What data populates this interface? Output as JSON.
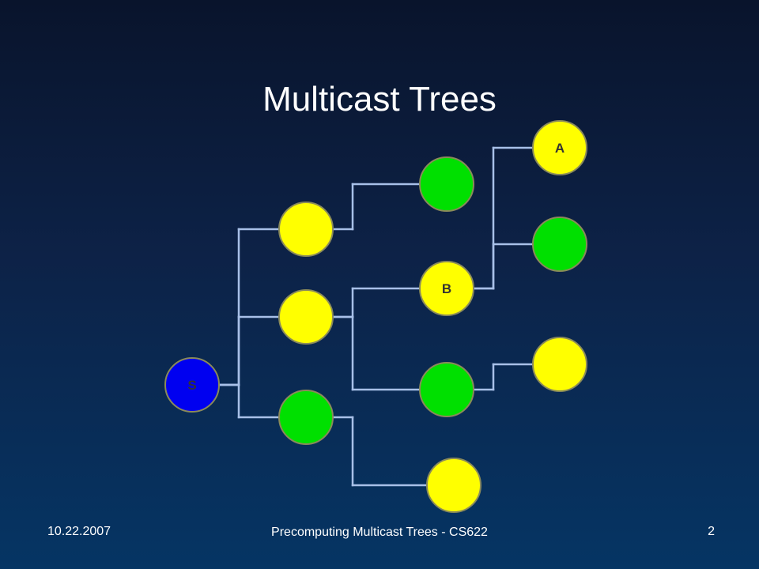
{
  "slide": {
    "title": "Multicast Trees"
  },
  "diagram": {
    "colors": {
      "edge": "#a8c0e8",
      "yellow": "#ffff00",
      "green": "#00e000",
      "blue": "#0000f0",
      "node_border": "#8a8a5a",
      "label": "#333333"
    },
    "nodes": [
      {
        "id": "S",
        "label": "S",
        "fill": "blue"
      },
      {
        "id": "y1",
        "label": "",
        "fill": "yellow"
      },
      {
        "id": "y2",
        "label": "",
        "fill": "yellow"
      },
      {
        "id": "g1",
        "label": "",
        "fill": "green"
      },
      {
        "id": "g2",
        "label": "",
        "fill": "green"
      },
      {
        "id": "B",
        "label": "B",
        "fill": "yellow"
      },
      {
        "id": "g3",
        "label": "",
        "fill": "green"
      },
      {
        "id": "y3",
        "label": "",
        "fill": "yellow"
      },
      {
        "id": "A",
        "label": "A",
        "fill": "yellow"
      },
      {
        "id": "g4",
        "label": "",
        "fill": "green"
      },
      {
        "id": "y4",
        "label": "",
        "fill": "yellow"
      }
    ],
    "edges": [
      {
        "from": "S",
        "to": "y1"
      },
      {
        "from": "S",
        "to": "y2"
      },
      {
        "from": "S",
        "to": "g1"
      },
      {
        "from": "y1",
        "to": "g2"
      },
      {
        "from": "y2",
        "to": "B"
      },
      {
        "from": "y2",
        "to": "g3"
      },
      {
        "from": "g1",
        "to": "y3"
      },
      {
        "from": "B",
        "to": "A"
      },
      {
        "from": "B",
        "to": "g4"
      },
      {
        "from": "g3",
        "to": "y4"
      }
    ]
  },
  "footer": {
    "date": "10.22.2007",
    "title": "Precomputing Multicast Trees - CS622",
    "page": "2"
  }
}
